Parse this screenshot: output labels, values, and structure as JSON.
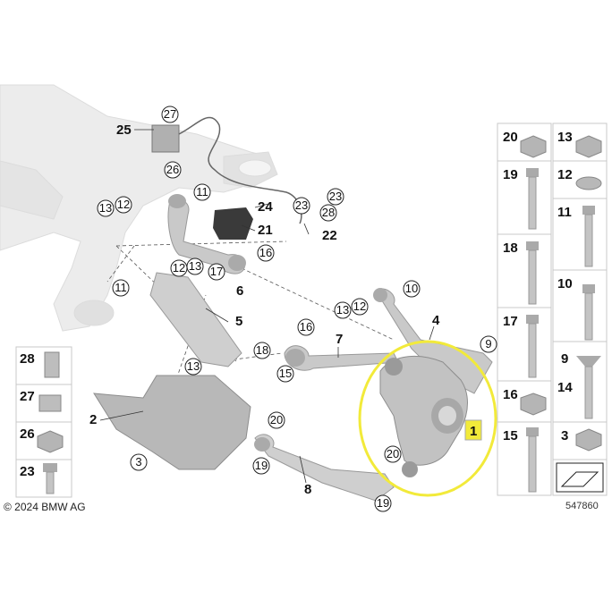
{
  "copyright": "© 2024 BMW AG",
  "diagram_id": "547860",
  "callouts": [
    "1",
    "2",
    "3",
    "4",
    "5",
    "6",
    "7",
    "8",
    "9",
    "10",
    "11",
    "12",
    "13",
    "14",
    "15",
    "16",
    "17",
    "18",
    "19",
    "20",
    "21",
    "22",
    "23",
    "24",
    "25",
    "26",
    "27",
    "28"
  ],
  "highlight_color": "#f2ea3a",
  "part_color": "#c8c8c8",
  "callout_circle_labels": {
    "c27": "27",
    "c26": "26",
    "c11a": "11",
    "c13a": "13",
    "c12a": "12",
    "c23a": "23",
    "c23b": "23",
    "c28a": "28",
    "c16a": "16",
    "c17a": "17",
    "c12b": "12",
    "c13b": "13",
    "c11b": "11",
    "c10": "10",
    "c13c": "13",
    "c12c": "12",
    "c16b": "16",
    "c18": "18",
    "c13d": "13",
    "c15": "15",
    "c9": "9",
    "c20a": "20",
    "c20b": "20",
    "c19a": "19",
    "c19b": "19",
    "c3": "3"
  },
  "plain_labels": {
    "l25": "25",
    "l24": "24",
    "l21": "21",
    "l22": "22",
    "l6": "6",
    "l5": "5",
    "l7": "7",
    "l4": "4",
    "l2": "2",
    "l8": "8",
    "l1": "1"
  },
  "hardware_panel": {
    "right_tags": [
      "20",
      "13",
      "19",
      "12",
      "11",
      "18",
      "10",
      "17",
      "9",
      "14",
      "16",
      "15",
      "3"
    ],
    "left_tags": [
      "28",
      "27",
      "26",
      "23"
    ]
  }
}
